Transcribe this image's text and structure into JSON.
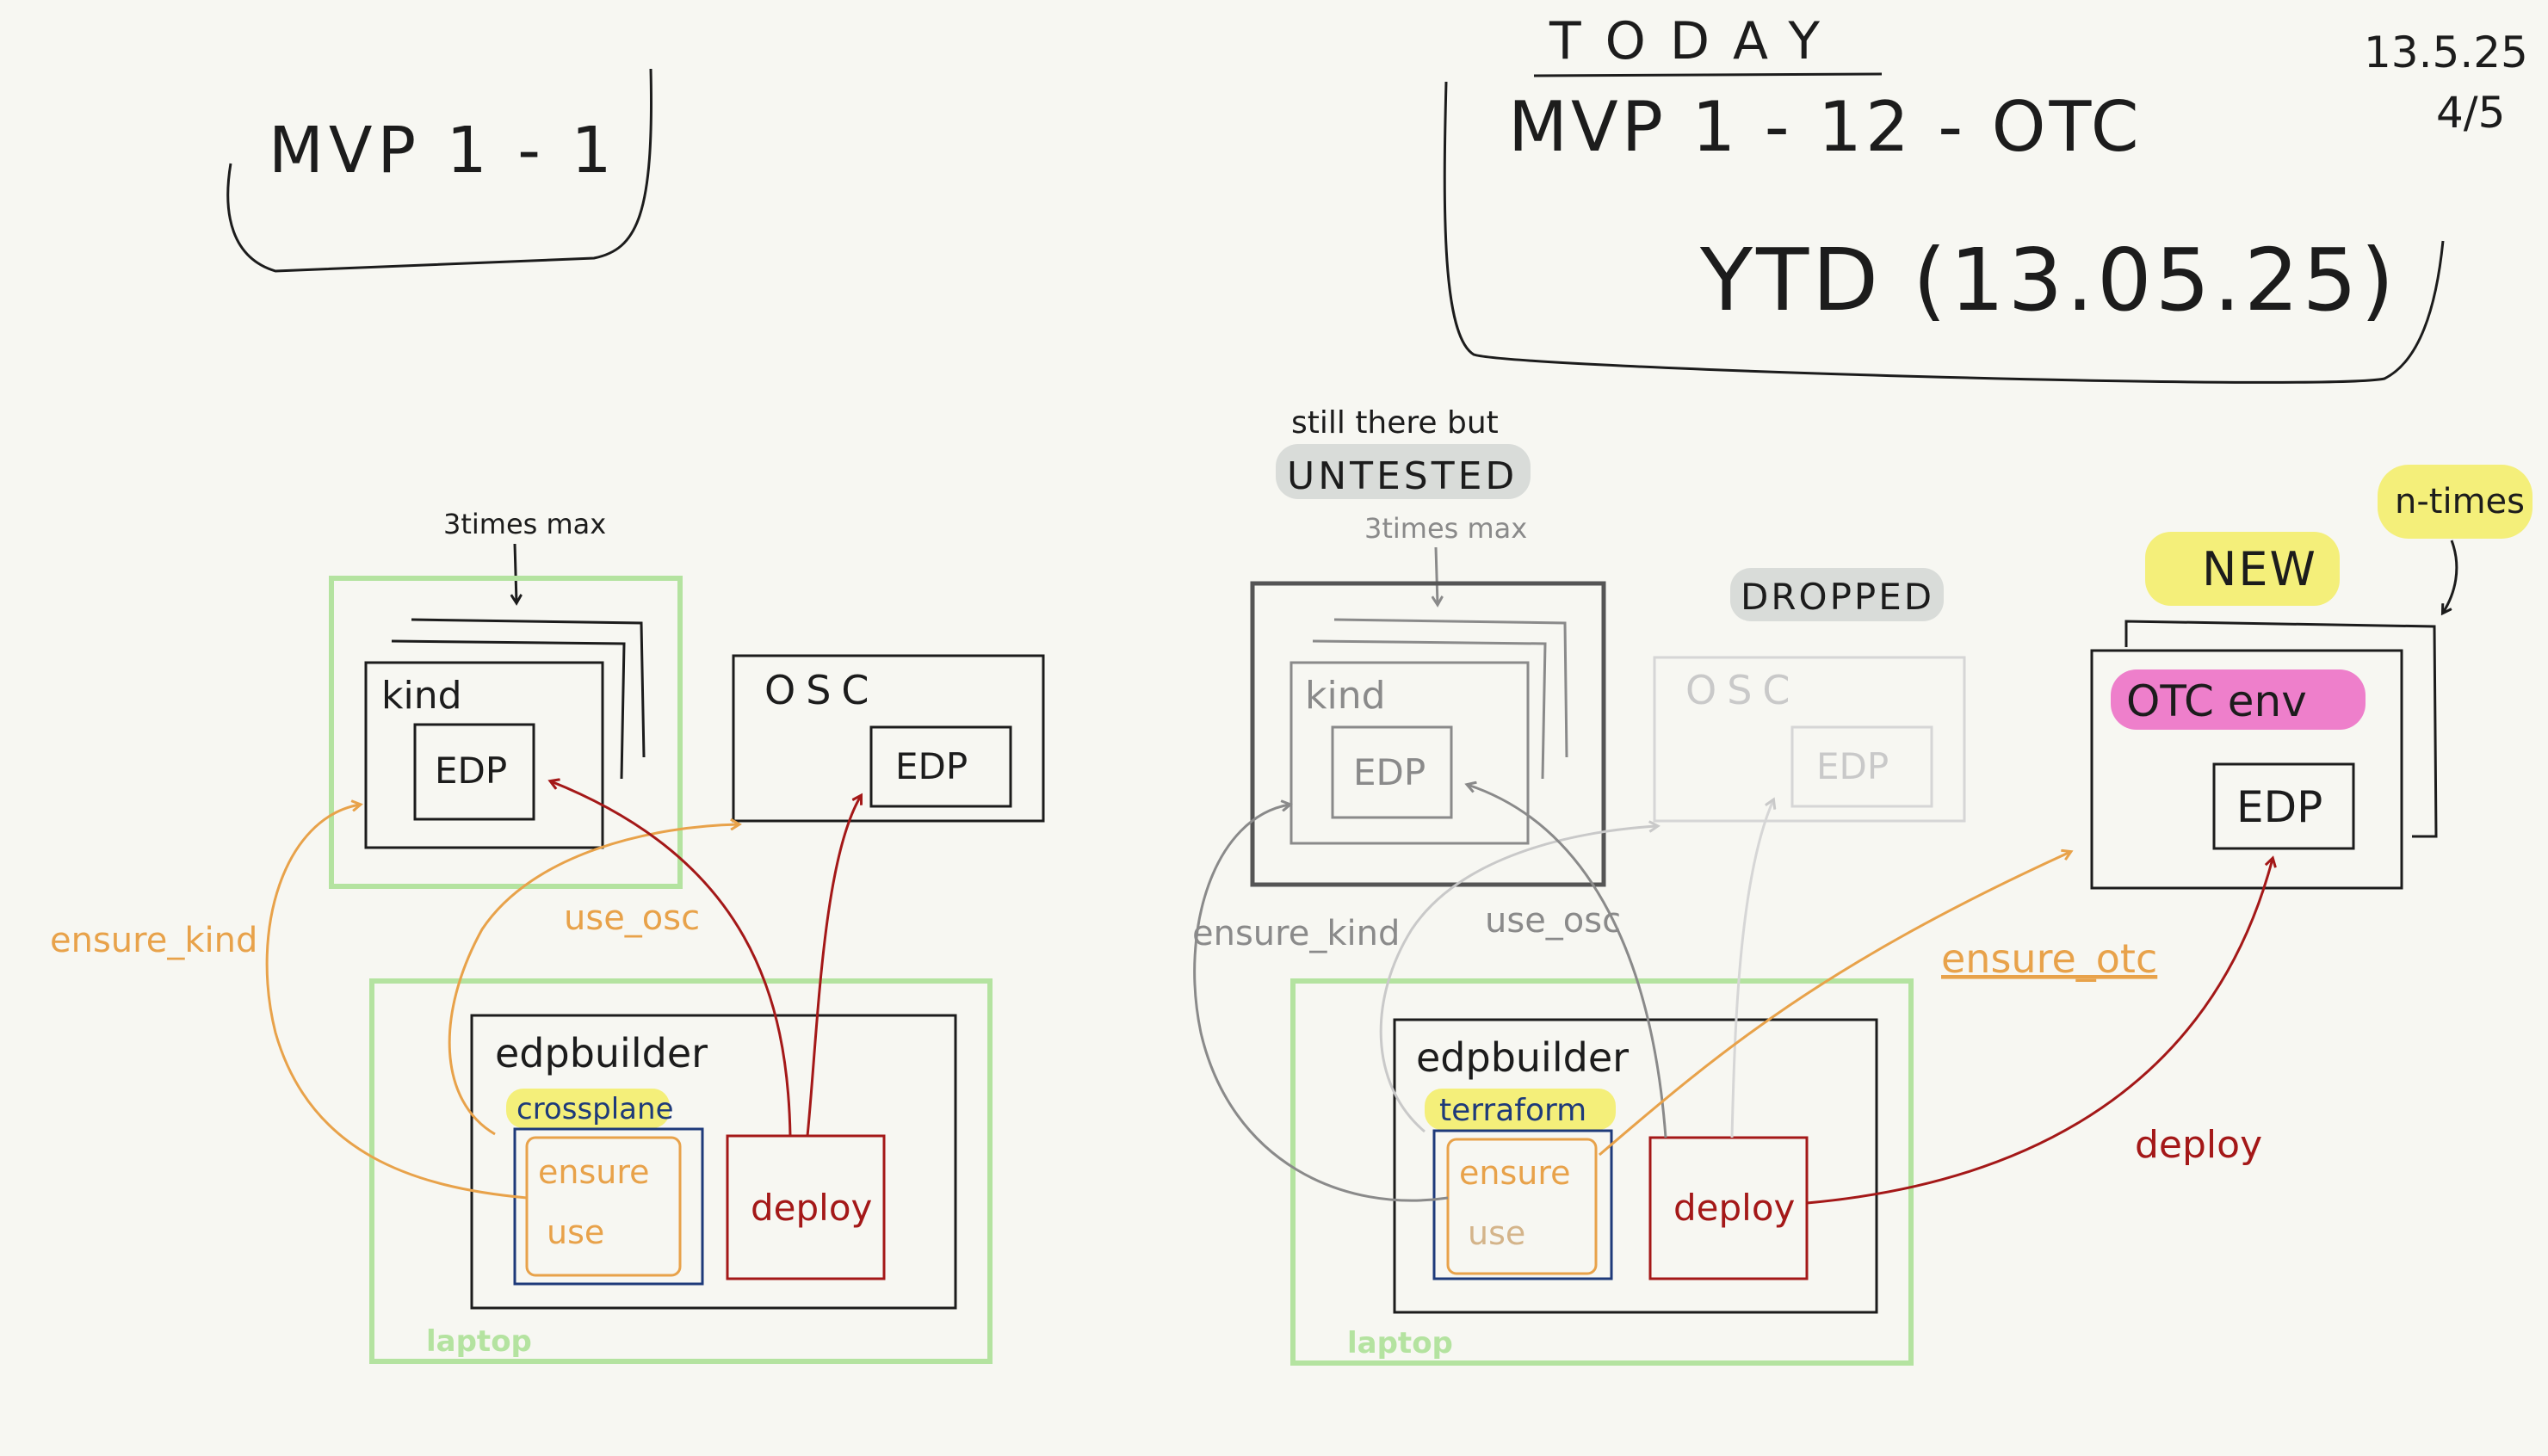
{
  "colors": {
    "background": "#f7f7f2",
    "ink": "#1c1c1c",
    "green": "#b4e3a0",
    "orange": "#e8a24a",
    "darkred": "#a41818",
    "navy": "#1e3a7a",
    "gray": "#8a8a8a",
    "lightgray": "#c9c9c9",
    "highlight_yellow": "#f4ef7a",
    "highlight_gray": "#d9dcd9",
    "highlight_pink": "#ee7fcb"
  },
  "header": {
    "left_title": "MVP 1 - 1",
    "today_label": "TODAY",
    "right_title": "MVP 1 - 12 - OTC",
    "ytd_label": "YTD (13.05.25)",
    "date_top": "13.5.25",
    "date_bottom": "4/5"
  },
  "left": {
    "three_times_max": "3times max",
    "kind": "kind",
    "edp_in_kind": "EDP",
    "osc": "OSC",
    "edp_in_osc": "EDP",
    "edpbuilder": "edpbuilder",
    "crossplane": "crossplane",
    "ensure": "ensure",
    "use": "use",
    "deploy": "deploy",
    "ensure_kind": "ensure_kind",
    "use_osc": "use_osc",
    "laptop": "laptop"
  },
  "right": {
    "still_there_but": "still there but",
    "untested": "UNTESTED",
    "three_times_max": "3times max",
    "kind": "kind",
    "edp_in_kind": "EDP",
    "dropped": "DROPPED",
    "osc": "OSC",
    "edp_in_osc": "EDP",
    "new_label": "NEW",
    "n_times": "n-times",
    "otc_env": "OTC env",
    "edp_in_otc": "EDP",
    "edpbuilder": "edpbuilder",
    "terraform": "terraform",
    "ensure": "ensure",
    "use": "use",
    "deploy": "deploy",
    "ensure_kind": "ensure_kind",
    "use_osc": "use_osc",
    "ensure_otc": "ensure_otc",
    "deploy_arrow": "deploy",
    "laptop": "laptop"
  }
}
